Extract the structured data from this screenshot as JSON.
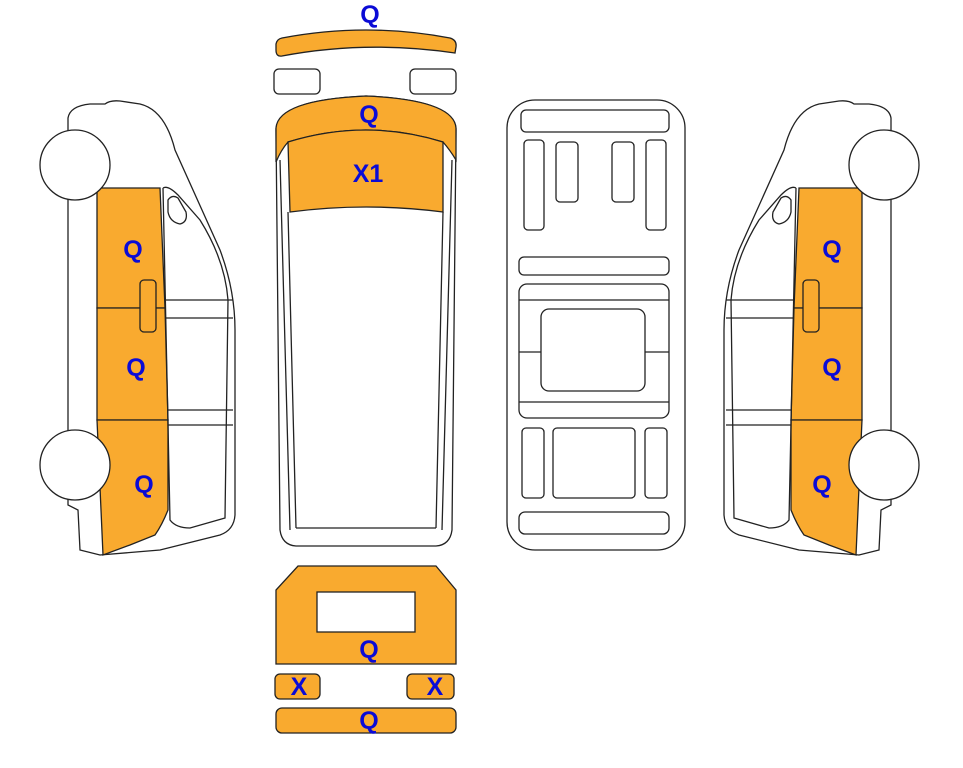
{
  "colors": {
    "damage_fill": "#F9AA2F",
    "label": "#0B0BD6",
    "outline": "#222222"
  },
  "labels": {
    "front_bumper": "Q",
    "hood": "Q",
    "windshield": "X1",
    "left_front": "Q",
    "left_middle": "Q",
    "left_rear": "Q",
    "right_front": "Q",
    "right_middle": "Q",
    "right_rear": "Q",
    "tailgate": "Q",
    "left_taillight": "X",
    "right_taillight": "X",
    "rear_bumper": "Q"
  }
}
